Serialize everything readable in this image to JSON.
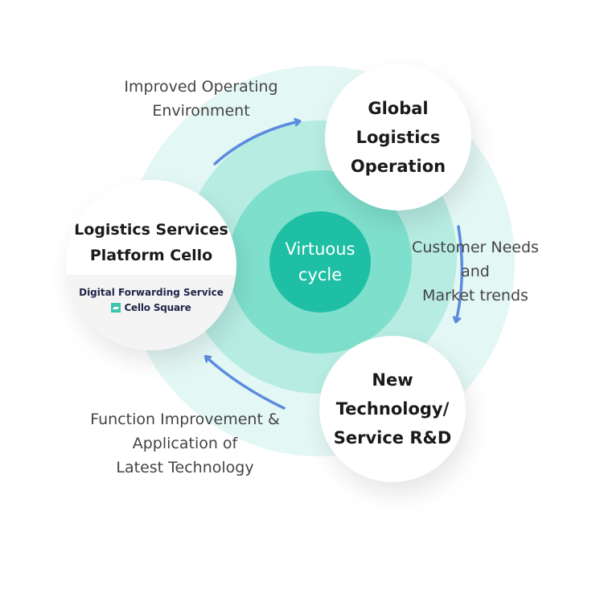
{
  "diagram": {
    "center": {
      "lines": [
        "Virtuous",
        "cycle"
      ]
    },
    "nodes": {
      "global": {
        "lines": [
          "Global",
          "Logistics",
          "Operation"
        ]
      },
      "rnd": {
        "lines": [
          "New",
          "Technology/",
          "Service R&D"
        ]
      },
      "cello": {
        "lines": [
          "Logistics Services",
          "Platform Cello"
        ],
        "sub_label": "Digital Forwarding Service",
        "brand": "Cello Square"
      }
    },
    "transitions": {
      "improved": {
        "lines": [
          "Improved Operating",
          "Environment"
        ]
      },
      "customer": {
        "lines": [
          "Customer Needs",
          "and",
          "Market trends"
        ]
      },
      "function": {
        "lines": [
          "Function Improvement &",
          "Application of",
          "Latest Technology"
        ]
      }
    },
    "colors": {
      "core": "#1ebfa4",
      "ring_inner": "#7fdfcd",
      "ring_mid": "#b6ece2",
      "ring_outer": "#e3f7f4",
      "arrow": "#5b8bdf",
      "brand": "#3fc5ad"
    }
  }
}
